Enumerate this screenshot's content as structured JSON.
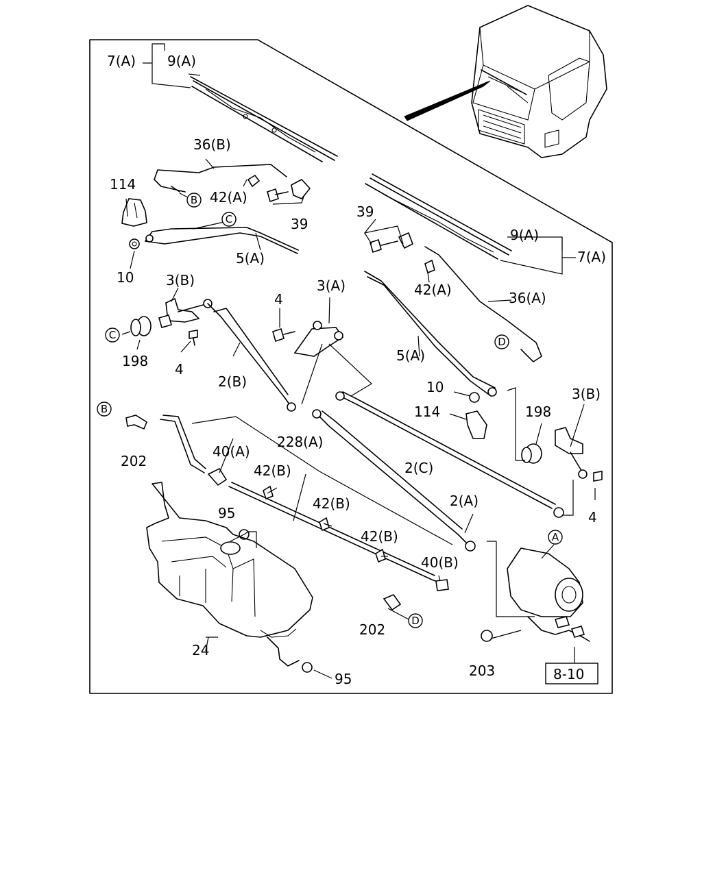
{
  "labels": {
    "p7a_top": "7(A)",
    "p9a_top": "9(A)",
    "p36b": "36(B)",
    "p114_left": "114",
    "p42a_left": "42(A)",
    "p39_left": "39",
    "p5a_left": "5(A)",
    "p10_left": "10",
    "p3b_left": "3(B)",
    "p198_left": "198",
    "p4_left": "4",
    "p4_mid": "4",
    "p3a": "3(A)",
    "p2b": "2(B)",
    "p39_right": "39",
    "p9a_right": "9(A)",
    "p7a_right": "7(A)",
    "p42a_right": "42(A)",
    "p36a": "36(A)",
    "p5a_right": "5(A)",
    "p10_right": "10",
    "p114_right": "114",
    "p198_right": "198",
    "p3b_right": "3(B)",
    "p4_right": "4",
    "p202_left": "202",
    "p40a": "40(A)",
    "p228a": "228(A)",
    "p42b_1": "42(B)",
    "p42b_2": "42(B)",
    "p42b_3": "42(B)",
    "p2c": "2(C)",
    "p2a": "2(A)",
    "p95_top": "95",
    "p40b": "40(B)",
    "p202_right": "202",
    "p24": "24",
    "p95_bottom": "95",
    "p203": "203"
  },
  "callouts": {
    "b_top": "B",
    "c_top": "C",
    "c_left": "C",
    "d_right": "D",
    "b_left": "B",
    "a_motor": "A",
    "d_bottom": "D"
  },
  "ref_box": "8-10"
}
